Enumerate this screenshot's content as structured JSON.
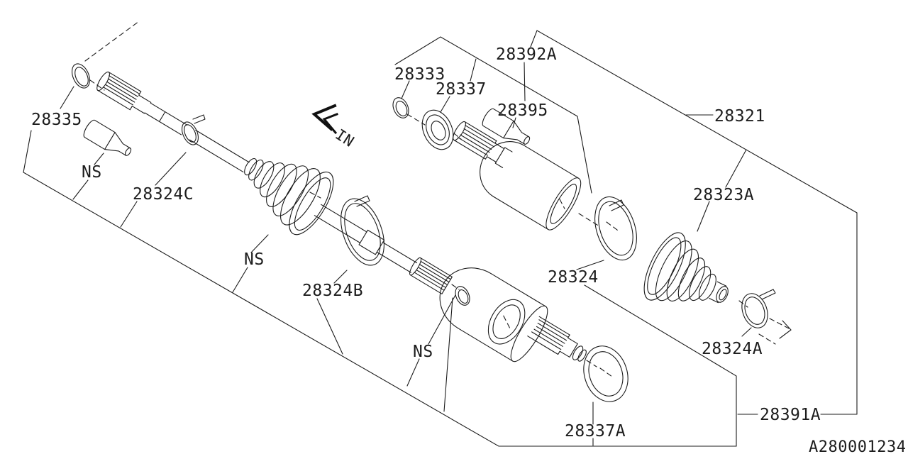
{
  "diagram": {
    "figure_code": "A280001234",
    "direction_label": "IN",
    "part_labels": {
      "p28335": "28335",
      "ns1": "NS",
      "p28324c": "28324C",
      "ns2": "NS",
      "p28324b": "28324B",
      "ns3": "NS",
      "p28337a": "28337A",
      "p28333": "28333",
      "p28337": "28337",
      "p28392a": "28392A",
      "p28395": "28395",
      "p28321": "28321",
      "p28323a": "28323A",
      "p28324": "28324",
      "p28324a": "28324A",
      "p28391a": "28391A"
    }
  }
}
